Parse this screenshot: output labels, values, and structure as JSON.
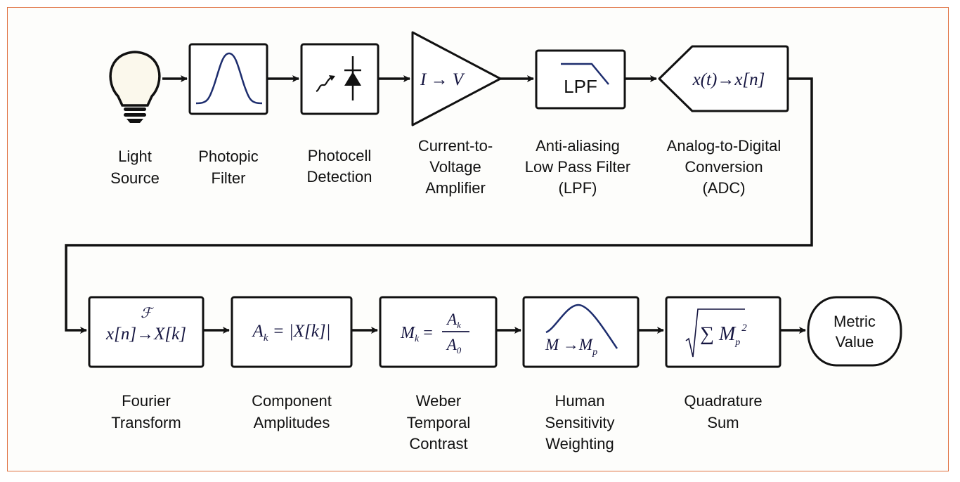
{
  "diagram": {
    "title": "Flicker metric signal processing pipeline",
    "top_row": [
      {
        "id": "light-source",
        "label_lines": [
          "Light",
          "Source"
        ],
        "icon": "lightbulb-icon"
      },
      {
        "id": "photopic-filter",
        "label_lines": [
          "Photopic",
          "Filter"
        ],
        "icon": "bell-curve-icon"
      },
      {
        "id": "photocell-detection",
        "label_lines": [
          "Photocell",
          "Detection"
        ],
        "icon": "photodiode-icon"
      },
      {
        "id": "current-to-voltage",
        "label_lines": [
          "Current-to-",
          "Voltage",
          "Amplifier"
        ],
        "content": "I → V"
      },
      {
        "id": "anti-aliasing-lpf",
        "label_lines": [
          "Anti-aliasing",
          "Low Pass Filter",
          "(LPF)"
        ],
        "content": "LPF"
      },
      {
        "id": "adc",
        "label_lines": [
          "Analog-to-Digital",
          "Conversion",
          "(ADC)"
        ],
        "content": "x(t)→x[n]"
      }
    ],
    "bottom_row": [
      {
        "id": "fourier-transform",
        "label_lines": [
          "Fourier",
          "Transform"
        ],
        "content_top": "ℱ",
        "content": "x[n]→X[k]"
      },
      {
        "id": "component-amplitudes",
        "label_lines": [
          "Component",
          "Amplitudes"
        ],
        "content": "A",
        "content_sub": "k",
        "content_rest": " = |X[k]|"
      },
      {
        "id": "weber-contrast",
        "label_lines": [
          "Weber",
          "Temporal",
          "Contrast"
        ],
        "content": "M",
        "content_sub": "k",
        "numerator": "A",
        "numerator_sub": "k",
        "denominator": "A",
        "denominator_sub": "0"
      },
      {
        "id": "human-sensitivity",
        "label_lines": [
          "Human",
          "Sensitivity",
          "Weighting"
        ],
        "content": "M →M",
        "content_sub": "p"
      },
      {
        "id": "quadrature-sum",
        "label_lines": [
          "Quadrature",
          "Sum"
        ],
        "content": "∑ M",
        "content_sub": "p",
        "content_sup": "2"
      },
      {
        "id": "metric-value",
        "label_lines": [
          "Metric",
          "Value"
        ]
      }
    ]
  },
  "colors": {
    "frame_border": "#e07040",
    "curve": "#1d2d6e",
    "bulb_fill": "#fbf8ec"
  }
}
